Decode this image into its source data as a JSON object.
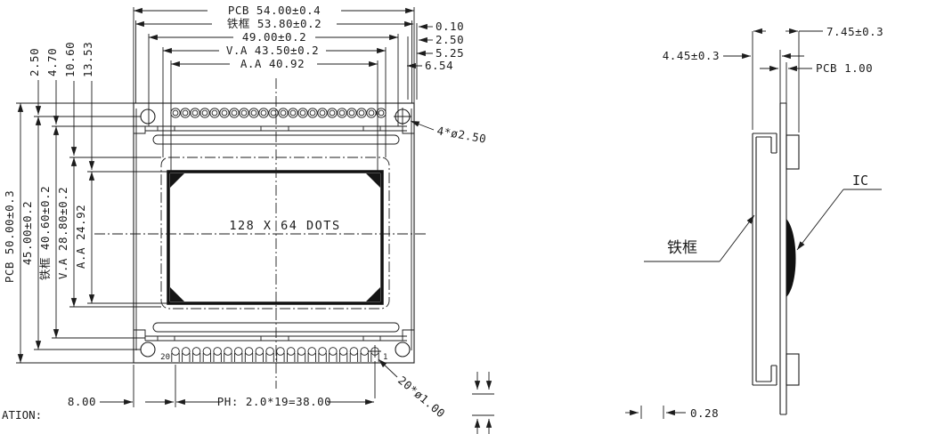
{
  "front_view": {
    "display_text": "128 X 64 DOTS",
    "dims_top": [
      "PCB 54.00±0.4",
      "铁框 53.80±0.2",
      "49.00±0.2",
      "V.A 43.50±0.2",
      "A.A 40.92"
    ],
    "dims_right": [
      "0.10",
      "2.50",
      "5.25",
      "6.54"
    ],
    "corner_hole_label": "4*ø2.50",
    "dims_left": [
      "PCB 50.00±0.3",
      "45.00±0.2",
      "铁框 40.60±0.2",
      "V.A 28.80±0.2",
      "A.A 24.92"
    ],
    "dims_left_top": [
      "2.50",
      "4.70",
      "10.60",
      "13.53"
    ],
    "dim_pin_offset": "8.00",
    "dim_pin_pitch": "PH: 2.0*19=38.00",
    "pin_hole_label": "20*ø1.00",
    "pin_last_label": "20",
    "pin_first_label": "1",
    "pin_count": 20,
    "top_pad_count": 22
  },
  "side_view": {
    "dim_total_thickness": "7.45±0.3",
    "dim_frame_thickness": "4.45±0.3",
    "dim_pcb_thickness": "PCB 1.00",
    "dim_pin_thickness": "0.28",
    "label_frame": "铁框",
    "label_ic": "IC"
  },
  "footer": {
    "truncated_text": "ATION:"
  }
}
